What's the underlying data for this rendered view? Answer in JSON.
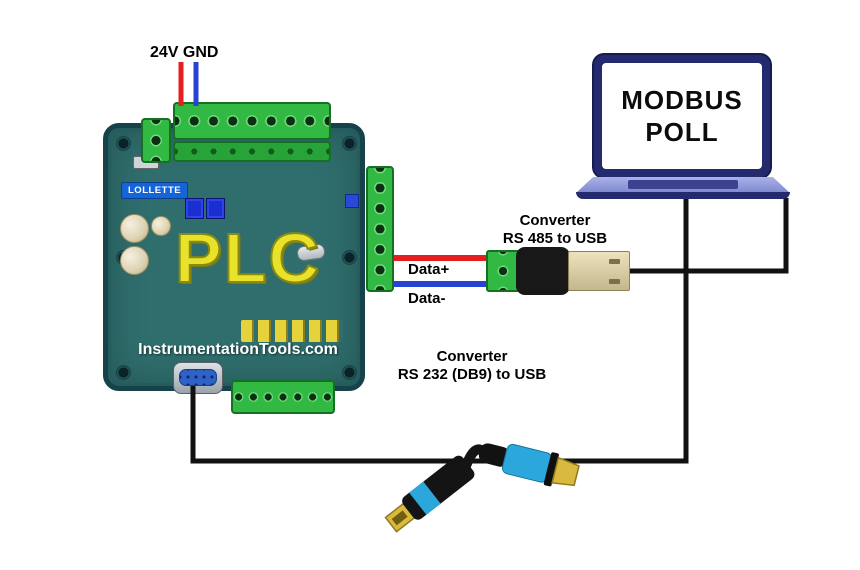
{
  "power": {
    "label": "24V GND"
  },
  "plc": {
    "brand": "LOLLETTE",
    "name": "PLC",
    "watermark": "InstrumentationTools.com"
  },
  "rs485": {
    "title_line1": "Converter",
    "title_line2": "RS 485 to USB",
    "wire_labels": {
      "plus": "Data+",
      "minus": "Data-"
    }
  },
  "rs232": {
    "title_line1": "Converter",
    "title_line2": "RS 232 (DB9) to USB"
  },
  "laptop": {
    "screen_line1": "MODBUS",
    "screen_line2": "POLL"
  },
  "colors": {
    "wire_red": "#e3201f",
    "wire_blue": "#2743d6",
    "cable_black": "#111111",
    "terminal_green": "#31b944",
    "board_teal": "#2f6e6d",
    "plc_yellow": "#e9e22b",
    "laptop_navy": "#242a6e",
    "usb_gold": "#d9ba3e"
  }
}
